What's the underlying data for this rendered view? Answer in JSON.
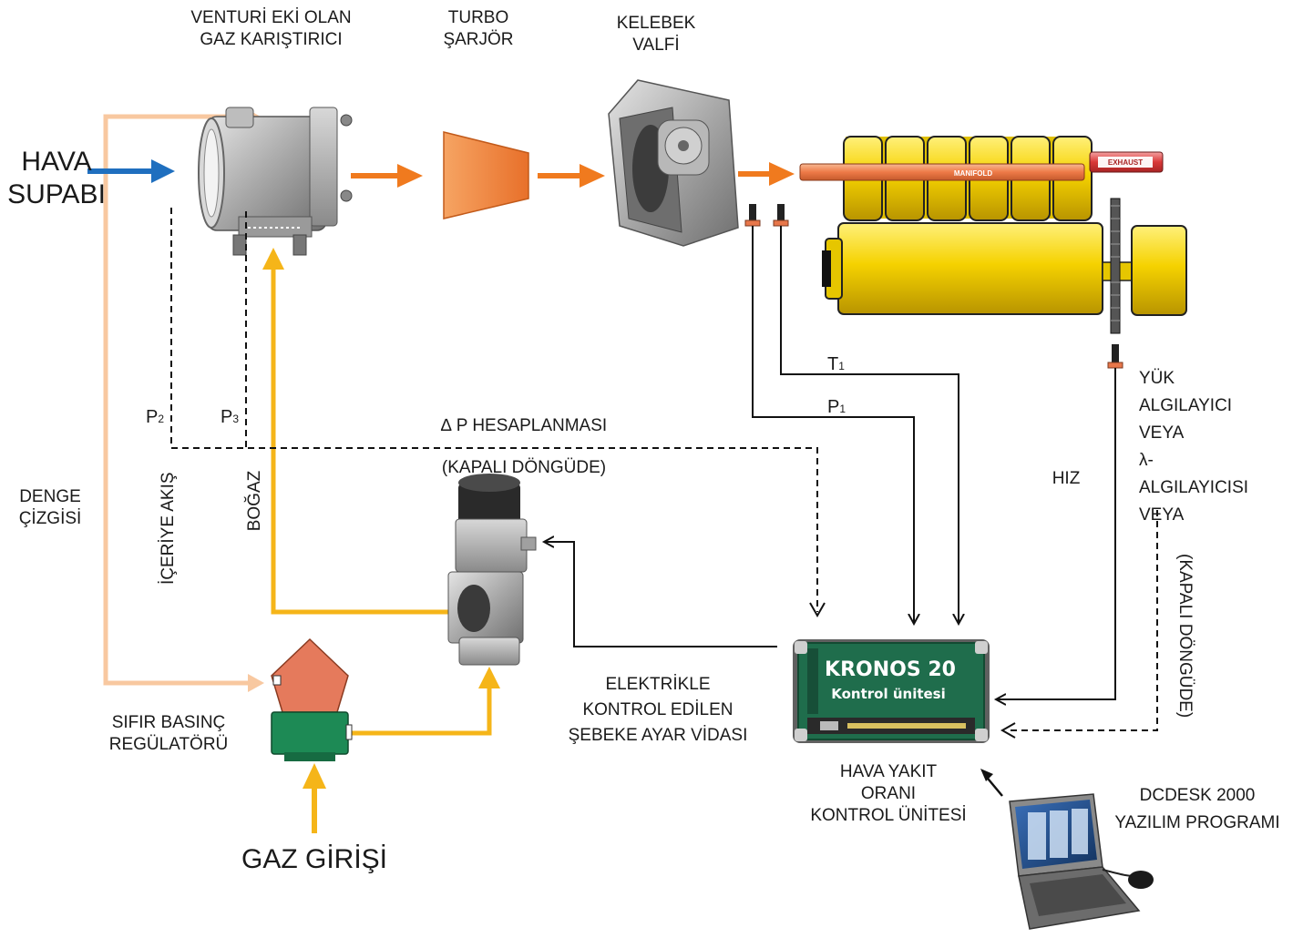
{
  "labels": {
    "hava_supabi": [
      "HAVA",
      "SUPABI"
    ],
    "venturi": [
      "VENTURİ EKİ OLAN",
      "GAZ KARIŞTIRICI"
    ],
    "turbo": [
      "TURBO",
      "ŞARJÖR"
    ],
    "kelebek": [
      "KELEBEK",
      "VALFİ"
    ],
    "t1": "T",
    "t1_sub": "1",
    "p1": "P",
    "p1_sub": "1",
    "p2": "P",
    "p2_sub": "2",
    "p3": "P",
    "p3_sub": "3",
    "delta_p": "∆ P HESAPLANMASI",
    "kapali_dongude": "(KAPALI DÖNGÜDE)",
    "kapali_dongude_vertical": "(KAPALI DÖNGÜDE)",
    "denge": [
      "DENGE",
      "ÇİZGİSİ"
    ],
    "iceriye_akis": "İÇERİYE AKIŞ",
    "bogaz": "BOĞAZ",
    "hiz": "HIZ",
    "yuk": [
      "YÜK",
      "ALGILAYICI",
      "VEYA",
      "λ-",
      "ALGILAYICISI",
      "VEYA"
    ],
    "elektrikle": [
      "ELEKTRİKLE",
      "KONTROL EDİLEN",
      "ŞEBEKE AYAR VİDASI"
    ],
    "sifir": [
      "SIFIR BASINÇ",
      "REGÜLATÖRÜ"
    ],
    "hava_yakit": [
      "HAVA YAKIT",
      "ORANI",
      "KONTROL ÜNİTESİ"
    ],
    "dcdesk": [
      "DCDESK 2000",
      "YAZILIM PROGRAMI"
    ],
    "gaz_girisi": "GAZ GİRİŞİ",
    "kronos_title": "KRONOS 20",
    "kronos_sub": "Kontrol ünitesi",
    "manifold": "MANIFOLD",
    "exhaust": "EXHAUST"
  },
  "colors": {
    "air_blue": "#1f6fbf",
    "flow_orange": "#f07a1e",
    "gas_yellow": "#f5b519",
    "balance_peach": "#f8c8a0",
    "engine_yellow": "#f5d200",
    "regulator_red": "#e57a5c",
    "regulator_green": "#1d8a55",
    "kronos_green": "#1f6d4c"
  }
}
